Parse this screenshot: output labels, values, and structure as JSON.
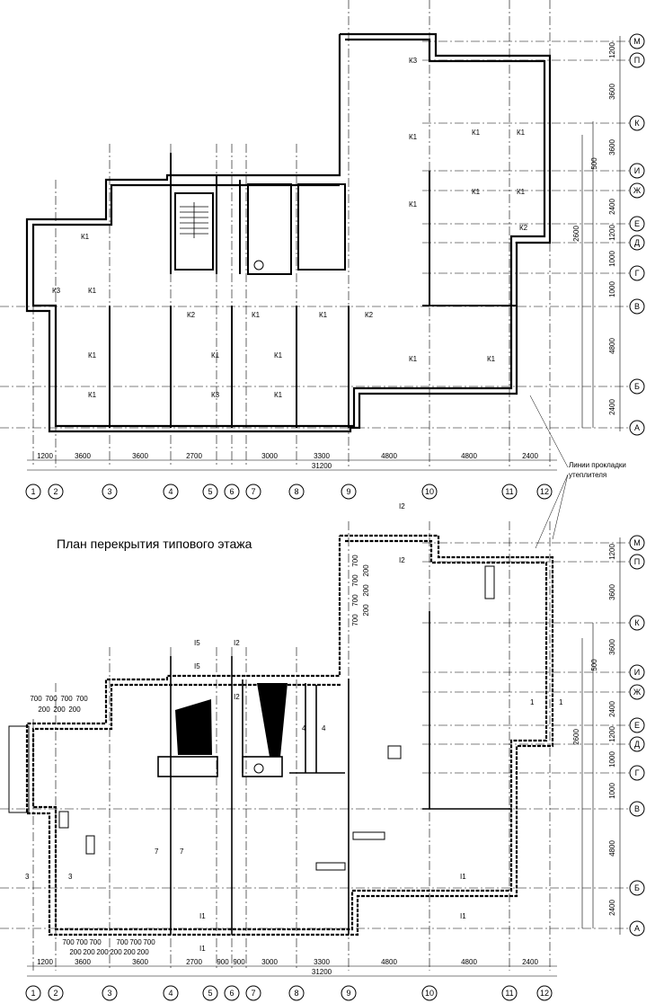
{
  "title": "План перекрытия типового этажа",
  "note": {
    "line1": "Линии прокладки",
    "line2": "утеплителя"
  },
  "col_axes": [
    "1",
    "2",
    "3",
    "4",
    "5",
    "6",
    "7",
    "8",
    "9",
    "10",
    "11",
    "12"
  ],
  "row_axes": [
    "М",
    "П",
    "К",
    "И",
    "Ж",
    "Е",
    "Д",
    "Г",
    "В",
    "Б",
    "А"
  ],
  "top_dims": [
    "1200",
    "3600",
    "3600",
    "2700",
    "3000",
    "3300",
    "4800",
    "4800",
    "2400"
  ],
  "top_total": "31200",
  "bottom_dims": [
    "1200",
    "3600",
    "3600",
    "2700",
    "900",
    "900",
    "3000",
    "3300",
    "4800",
    "4800",
    "2400"
  ],
  "bottom_total": "31200",
  "right_dims": [
    "1200",
    "3600",
    "3600",
    "2400",
    "1200",
    "1000",
    "1000",
    "4800",
    "2400"
  ],
  "right_extra": [
    "500",
    "2600"
  ],
  "bottom_right_dims": [
    "1200",
    "3600",
    "3600",
    "2400",
    "1200",
    "1000",
    "1000",
    "4800",
    "2400"
  ],
  "bottom_right_extra": [
    "500",
    "2600"
  ],
  "beam_labels_top": [
    "К3",
    "К1",
    "К1",
    "К1",
    "К1",
    "К1",
    "К1",
    "К1",
    "К2",
    "К1",
    "К3",
    "К1",
    "К2",
    "К1",
    "К1",
    "К2",
    "К1",
    "К1",
    "К1",
    "К3",
    "К1",
    "К1",
    "К1",
    "К1"
  ],
  "section_labels_bottom": [
    "I5",
    "I2",
    "I5",
    "I2",
    "I2",
    "I2",
    "4",
    "4",
    "1",
    "1",
    "3",
    "3",
    "7",
    "7",
    "I1",
    "I1",
    "I1",
    "I1"
  ],
  "ribbon_dims_top_left": [
    "700",
    "700",
    "700",
    "700",
    "200",
    "200",
    "200"
  ],
  "ribbon_dims_bottom": [
    "700",
    "700",
    "700",
    "700",
    "700",
    "700",
    "200",
    "200",
    "200",
    "200",
    "200",
    "200"
  ],
  "ribbon_dims_right": [
    "700",
    "700",
    "700",
    "700",
    "200",
    "200",
    "200"
  ]
}
